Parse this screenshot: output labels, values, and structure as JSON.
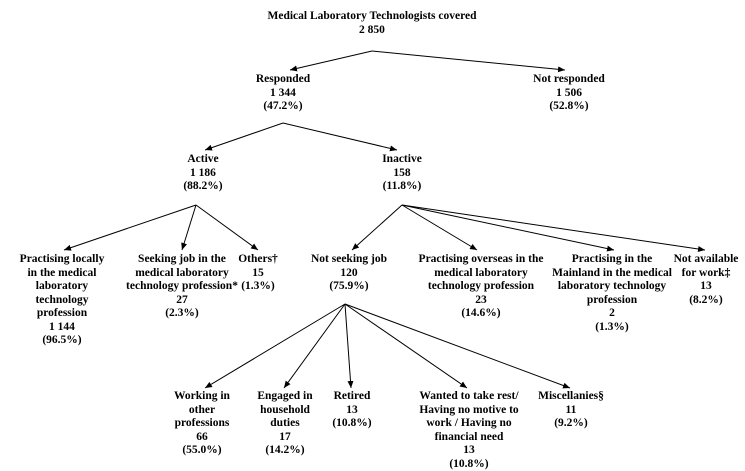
{
  "nodes": {
    "root": {
      "lines": [
        "Medical Laboratory Technologists covered",
        "2 850"
      ]
    },
    "responded": {
      "lines": [
        "Responded",
        "1 344",
        "(47.2%)"
      ]
    },
    "not_responded": {
      "lines": [
        "Not responded",
        "1 506",
        "(52.8%)"
      ]
    },
    "active": {
      "lines": [
        "Active",
        "1 186",
        "(88.2%)"
      ]
    },
    "inactive": {
      "lines": [
        "Inactive",
        "158",
        "(11.8%)"
      ]
    },
    "practising_locally": {
      "lines": [
        "Practising locally",
        "in the medical",
        "laboratory",
        "technology",
        "profession",
        "1 144",
        "(96.5%)"
      ]
    },
    "seeking_job": {
      "lines": [
        "Seeking job in the",
        "medical laboratory",
        "technology profession*",
        "27",
        "(2.3%)"
      ]
    },
    "others": {
      "lines": [
        "Others†",
        "15",
        "(1.3%)"
      ]
    },
    "not_seeking": {
      "lines": [
        "Not seeking job",
        "120",
        "(75.9%)"
      ]
    },
    "practising_overseas": {
      "lines": [
        "Practising overseas in the",
        "medical laboratory",
        "technology  profession",
        "23",
        "(14.6%)"
      ]
    },
    "practising_mainland": {
      "lines": [
        "Practising in the",
        "Mainland in the medical",
        "laboratory technology",
        "profession",
        "2",
        "(1.3%)"
      ]
    },
    "not_available": {
      "lines": [
        "Not available",
        "for work‡",
        "13",
        "(8.2%)"
      ]
    },
    "working_other": {
      "lines": [
        "Working in",
        "other",
        "professions",
        "66",
        "(55.0%)"
      ]
    },
    "household": {
      "lines": [
        "Engaged in",
        "household",
        "duties",
        "17",
        "(14.2%)"
      ]
    },
    "retired": {
      "lines": [
        "Retired",
        "13",
        "(10.8%)"
      ]
    },
    "wanted_rest": {
      "lines": [
        "Wanted to take rest/",
        "Having no motive to",
        "work / Having no",
        "financial need",
        "13",
        "(10.8%)"
      ]
    },
    "miscellanies": {
      "lines": [
        "Miscellanies§",
        "11",
        "(9.2%)"
      ]
    }
  }
}
